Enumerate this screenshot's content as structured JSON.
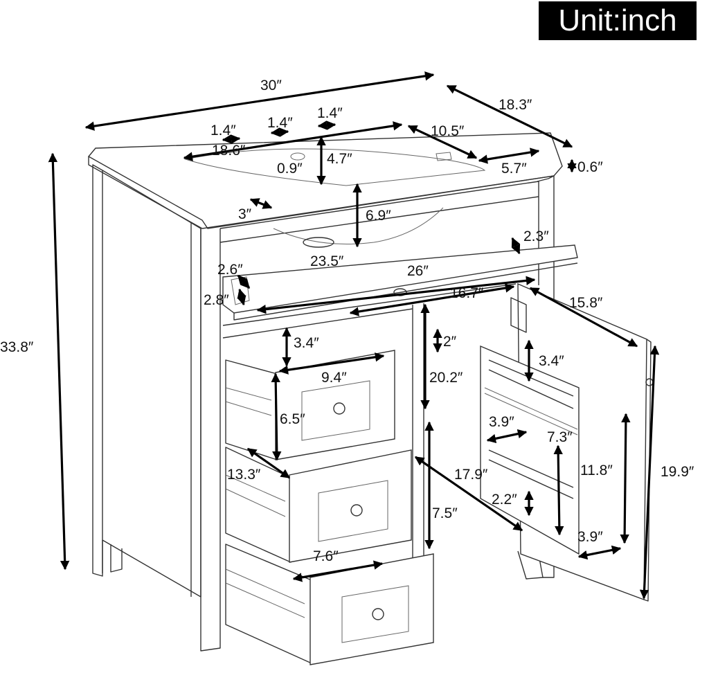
{
  "unit_badge": "Unit:inch",
  "dimensions": {
    "width_30": "30″",
    "depth_18_3": "18.3″",
    "height_33_8": "33.8″",
    "top_0_6": "0.6″",
    "hole_1_4_a": "1.4″",
    "hole_1_4_b": "1.4″",
    "hole_1_4_c": "1.4″",
    "basin_18_6": "18.6″",
    "basin_10_5": "10.5″",
    "edge_5_7": "5.7″",
    "hole_0_9": "0.9″",
    "basin_4_7": "4.7″",
    "edge_3": "3″",
    "basin_depth_6_9": "6.9″",
    "flap_2_3": "2.3″",
    "flap_23_5": "23.5″",
    "flap_26": "26″",
    "flap_2_6": "2.6″",
    "flap_2_8": "2.8″",
    "shelf_16_7": "16.7″",
    "door_15_8": "15.8″",
    "gap_3_4": "3.4″",
    "gap_2": "2″",
    "drawer_9_4": "9.4″",
    "cavity_20_2": "20.2″",
    "drawer_6_5": "6.5″",
    "door_3_4": "3.4″",
    "door_3_9": "3.9″",
    "door_7_3": "7.3″",
    "drawer_13_3": "13.3″",
    "cavity_17_9": "17.9″",
    "door_11_8": "11.8″",
    "door_19_9": "19.9″",
    "door_2_2": "2.2″",
    "cavity_7_5": "7.5″",
    "door_3_9b": "3.9″",
    "drawer_7_6": "7.6″"
  }
}
